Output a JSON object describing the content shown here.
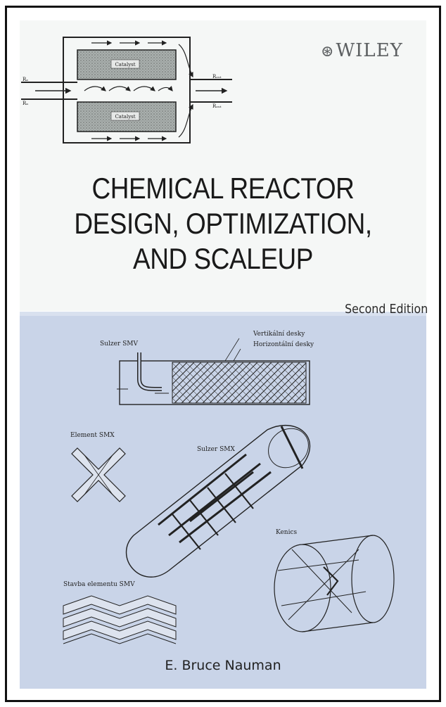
{
  "cover": {
    "publisher": "WILEY",
    "publisher_mark": "⊛",
    "title_lines": [
      "CHEMICAL REACTOR",
      "DESIGN, OPTIMIZATION,",
      "AND SCALEUP"
    ],
    "edition": "Second Edition",
    "author": "E. Bruce Nauman"
  },
  "reactor_diagram": {
    "catalyst_top": "Catalyst",
    "catalyst_bottom": "Catalyst",
    "in_top": "Rₐ",
    "in_bottom": "Rₙ",
    "out_top": "Rₒᵤₜ",
    "out_bottom": "Rₒᵤₜ"
  },
  "mixer_figure": {
    "sulzer_smv": "Sulzer SMV",
    "vertical_plates": "Vertikální desky",
    "horizontal_plates": "Horizontální desky",
    "element_smx": "Element SMX",
    "sulzer_smx": "Sulzer SMX",
    "kenics": "Kenics",
    "smv_structure": "Stavba elementu SMV"
  },
  "colors": {
    "top_background": "#f5f7f6",
    "bottom_background": "#c9d4e8",
    "publisher_gray": "#5d6062"
  }
}
